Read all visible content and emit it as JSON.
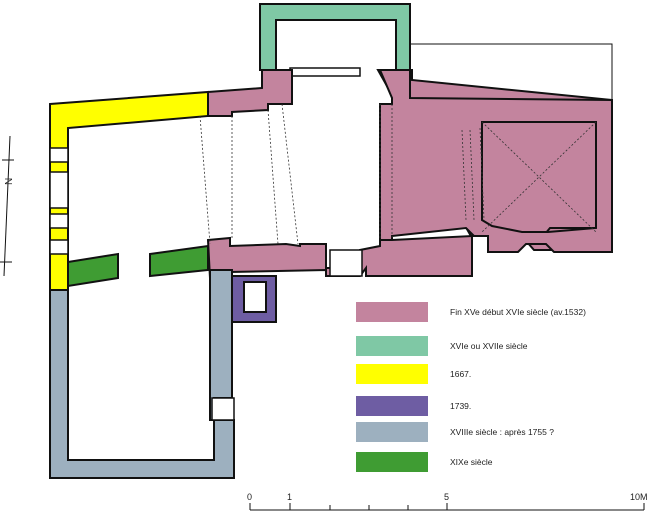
{
  "legend": [
    {
      "label": "Fin XVe début XVIe siècle (av.1532)",
      "color": "#c3849e"
    },
    {
      "label": "XVIe ou XVIIe siècle",
      "color": "#7fc8a5"
    },
    {
      "label": "1667.",
      "color": "#ffff00"
    },
    {
      "label": "1739.",
      "color": "#6e5da3"
    },
    {
      "label": "XVIIIe siècle : après 1755 ?",
      "color": "#9db0bf"
    },
    {
      "label": "XIXe siècle",
      "color": "#3f9c33"
    }
  ],
  "scale": {
    "labels": [
      "0",
      "1",
      "5",
      "10M"
    ]
  },
  "north": {
    "label": "N"
  }
}
